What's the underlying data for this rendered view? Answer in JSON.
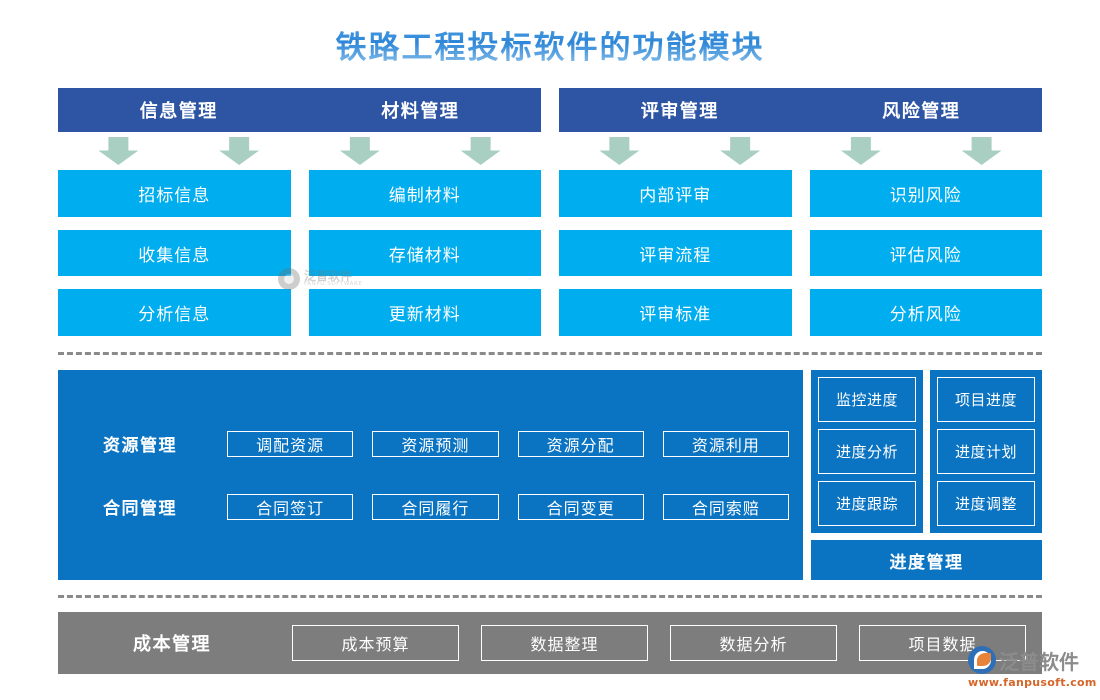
{
  "page": {
    "title": "铁路工程投标软件的功能模块",
    "title_gradient_from": "#4FA3E3",
    "title_gradient_to": "#8FC4EA"
  },
  "colors": {
    "header_bar": "#2E55A3",
    "cyan_box": "#00AEEF",
    "mid_blue_panel": "#0A73C2",
    "gray_bar": "#7D7D7D",
    "arrow_green": "#A8CFC2",
    "divider_gray": "#8A8A8A"
  },
  "top_section": {
    "groups": [
      {
        "header": "信息管理",
        "items": [
          "招标信息",
          "收集信息",
          "分析信息"
        ]
      },
      {
        "header": "材料管理",
        "items": [
          "编制材料",
          "存储材料",
          "更新材料"
        ]
      },
      {
        "header": "评审管理",
        "items": [
          "内部评审",
          "评审流程",
          "评审标准"
        ]
      },
      {
        "header": "风险管理",
        "items": [
          "识别风险",
          "评估风险",
          "分析风险"
        ]
      }
    ]
  },
  "middle_section": {
    "rows": [
      {
        "label": "资源管理",
        "items": [
          "调配资源",
          "资源预测",
          "资源分配",
          "资源利用"
        ]
      },
      {
        "label": "合同管理",
        "items": [
          "合同签订",
          "合同履行",
          "合同变更",
          "合同索赔"
        ]
      }
    ],
    "progress": {
      "title": "进度管理",
      "columns": [
        [
          "监控进度",
          "进度分析",
          "进度跟踪"
        ],
        [
          "项目进度",
          "进度计划",
          "进度调整"
        ]
      ]
    }
  },
  "bottom_section": {
    "label": "成本管理",
    "items": [
      "成本预算",
      "数据整理",
      "数据分析",
      "项目数据"
    ]
  },
  "watermark": {
    "cn": "泛普软件",
    "en": "FANPU SOFTWARE"
  },
  "brand_logo": {
    "cn": "泛普软件",
    "url": "www.fanpusoft.com"
  }
}
